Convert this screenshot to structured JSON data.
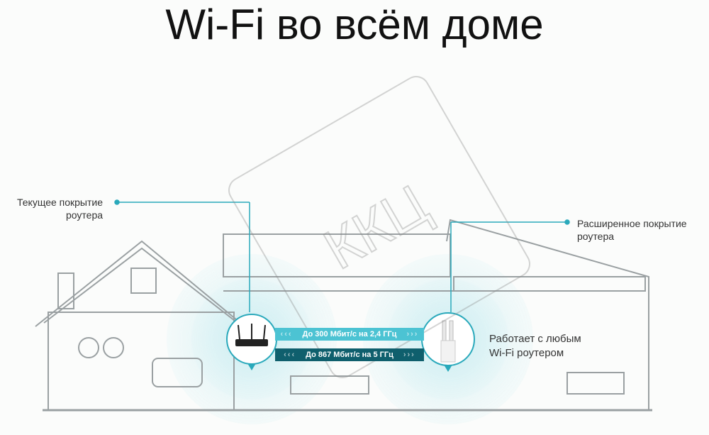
{
  "title": "Wi-Fi во всём доме",
  "labels": {
    "current_line1": "Текущее покрытие",
    "current_line2": "роутера",
    "extended_line1": "Расширенное покрытие",
    "extended_line2": "роутера"
  },
  "bands": [
    {
      "text": "До 300 Мбит/с на 2,4 ГГц",
      "color": "#4cc3d3",
      "arrows_left": "‹‹‹",
      "arrows_right": "›››"
    },
    {
      "text": "До 867 Мбит/с на 5 ГГц",
      "color": "#0f5f6d",
      "arrows_left": "‹‹‹",
      "arrows_right": "›››"
    }
  ],
  "works_line1": "Работает с любым",
  "works_line2": "Wi-Fi роутером",
  "watermark": "ККЦ",
  "colors": {
    "accent": "#2aa9bb",
    "house": "#9aa0a2"
  }
}
